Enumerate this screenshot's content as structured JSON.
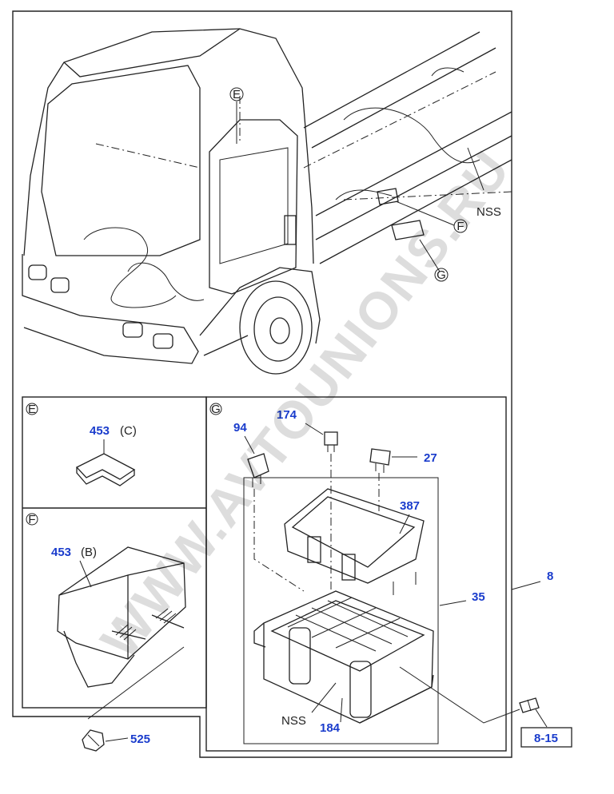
{
  "callouts": {
    "E": "E",
    "F": "F",
    "G": "G"
  },
  "annotations": {
    "nss": "NSS",
    "c_suffix": "(C)",
    "b_suffix": "(B)"
  },
  "parts": {
    "p453": "453",
    "p94": "94",
    "p174": "174",
    "p27": "27",
    "p387": "387",
    "p35": "35",
    "p8": "8",
    "p184": "184",
    "p525": "525",
    "ref815": "8-15"
  },
  "watermark": "WWW.AVTOUNIONS.RU",
  "colors": {
    "part_number": "#1a3ccc",
    "line": "#222222",
    "watermark": "#000000"
  }
}
